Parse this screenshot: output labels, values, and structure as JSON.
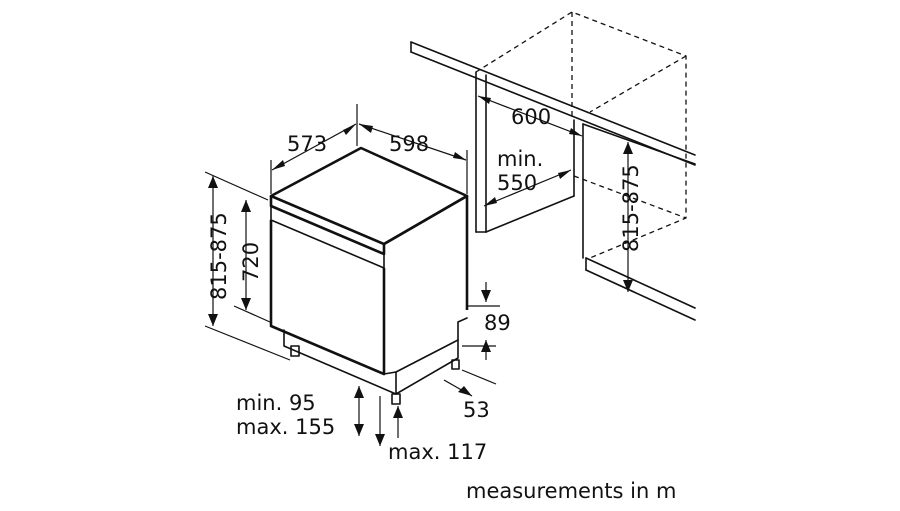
{
  "diagram": {
    "dimensions": {
      "depth_573": "573",
      "width_598": "598",
      "niche_600": "600",
      "niche_min_label": "min.",
      "niche_min_value": "550",
      "total_height_left": "815-875",
      "body_720": "720",
      "niche_height_right": "815-875",
      "plinth_89": "89",
      "foot_53": "53",
      "plinth_min": "min. 95",
      "plinth_max": "max. 155",
      "max_117": "max. 117"
    },
    "caption": "measurements in m"
  }
}
